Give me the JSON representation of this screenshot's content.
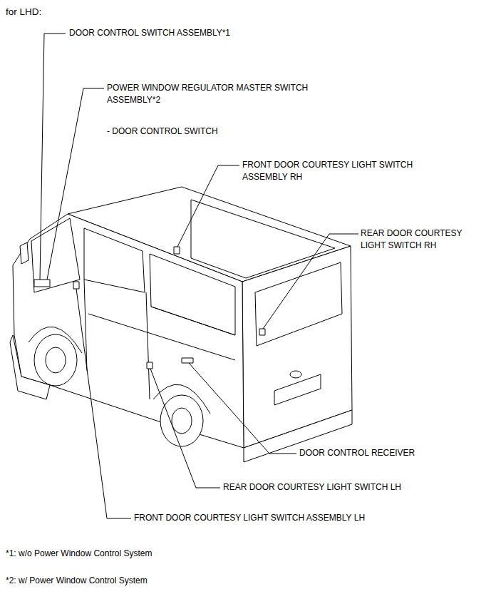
{
  "diagram": {
    "title": "for LHD:",
    "labels": [
      "DOOR CONTROL SWITCH ASSEMBLY*1",
      "POWER WINDOW REGULATOR MASTER SWITCH ASSEMBLY*2",
      "- DOOR CONTROL SWITCH",
      "FRONT DOOR COURTESY LIGHT SWITCH ASSEMBLY RH",
      "REAR DOOR COURTESY LIGHT SWITCH RH",
      "DOOR CONTROL RECEIVER",
      "REAR DOOR COURTESY LIGHT SWITCH LH",
      "FRONT DOOR COURTESY LIGHT SWITCH ASSEMBLY LH",
      "*1: w/o Power Window Control System",
      "*2: w/ Power Window Control System"
    ]
  }
}
